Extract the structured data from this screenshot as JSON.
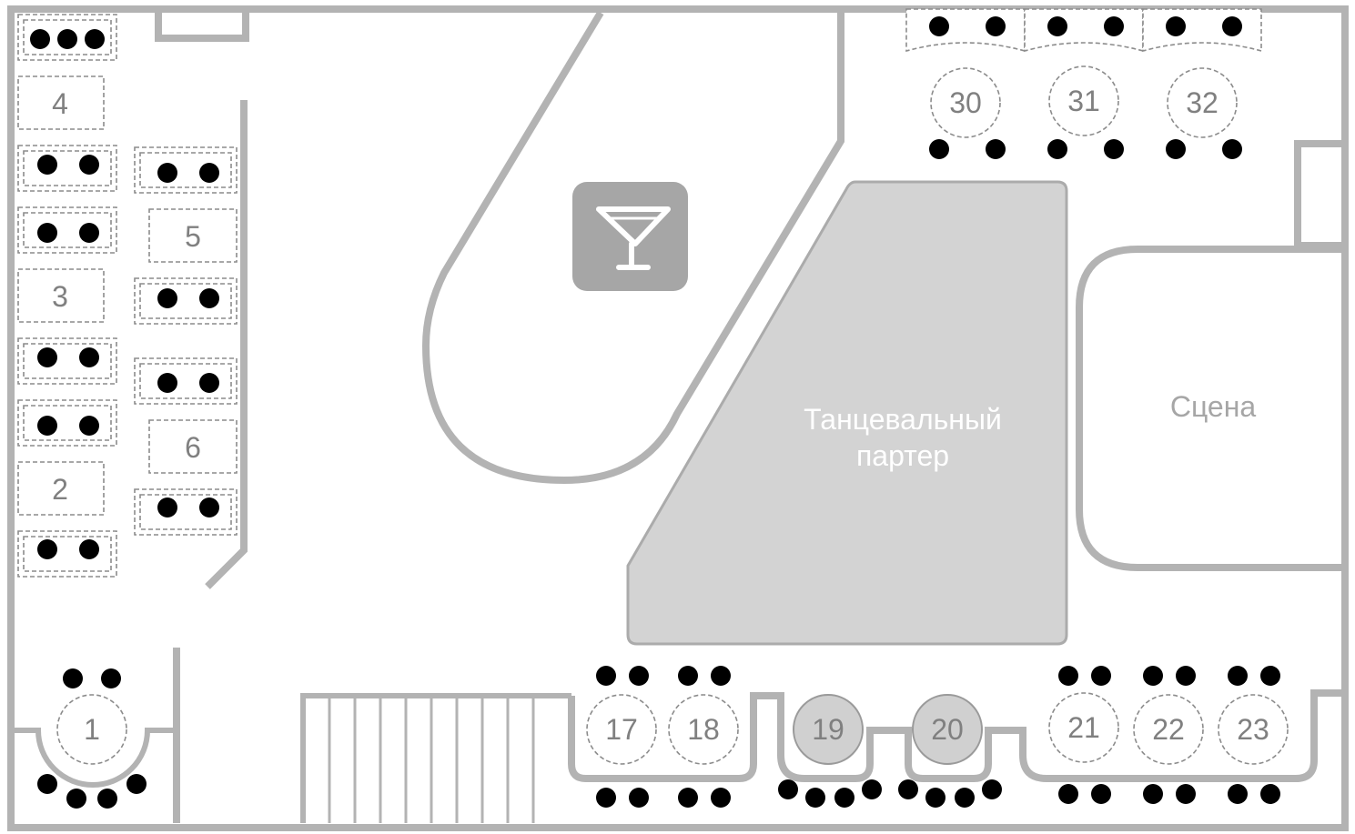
{
  "zones": {
    "dance_floor_line1": "Танцевальный",
    "dance_floor_line2": "партер",
    "stage": "Сцена"
  },
  "icons": {
    "bar": "cocktail-glass-icon"
  },
  "colors": {
    "wall": "#b3b3b3",
    "dance_floor": "#d3d3d3",
    "bar_icon_bg": "#a6a6a6",
    "seat": "#000000",
    "booked_table": "#d0d0d0"
  },
  "tables": {
    "t1": "1",
    "t2": "2",
    "t3": "3",
    "t4": "4",
    "t5": "5",
    "t6": "6",
    "t17": "17",
    "t18": "18",
    "t19": "19",
    "t20": "20",
    "t21": "21",
    "t22": "22",
    "t23": "23",
    "t30": "30",
    "t31": "31",
    "t32": "32"
  }
}
